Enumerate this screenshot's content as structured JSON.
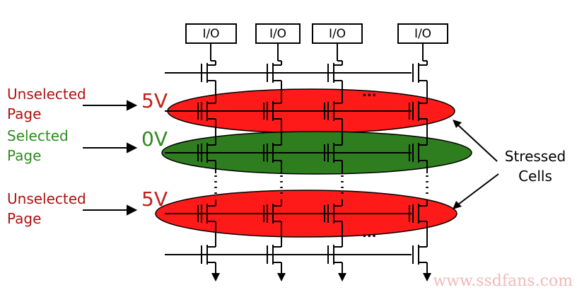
{
  "io_boxes": [
    {
      "label": "I/O"
    },
    {
      "label": "I/O"
    },
    {
      "label": "I/O"
    },
    {
      "label": "I/O"
    }
  ],
  "pages": [
    {
      "label_line1": "Unselected",
      "label_line2": "Page",
      "voltage": "5V",
      "state": "unselected",
      "color": "#ff1a1a"
    },
    {
      "label_line1": "Selected",
      "label_line2": "Page",
      "voltage": "0V",
      "state": "selected",
      "color": "#2e7d1e"
    },
    {
      "label_line1": "Unselected",
      "label_line2": "Page",
      "voltage": "5V",
      "state": "unselected",
      "color": "#ff1a1a"
    }
  ],
  "colors": {
    "unselected_text": "#b01010",
    "selected_text": "#2e8b1e",
    "voltage_unselected": "#c0201a",
    "voltage_selected": "#2e8b1e",
    "wire": "#000000"
  },
  "annotation": {
    "line1": "Stressed",
    "line2": "Cells"
  },
  "ellipsis": "...",
  "watermark": "www.ssdfans.com"
}
